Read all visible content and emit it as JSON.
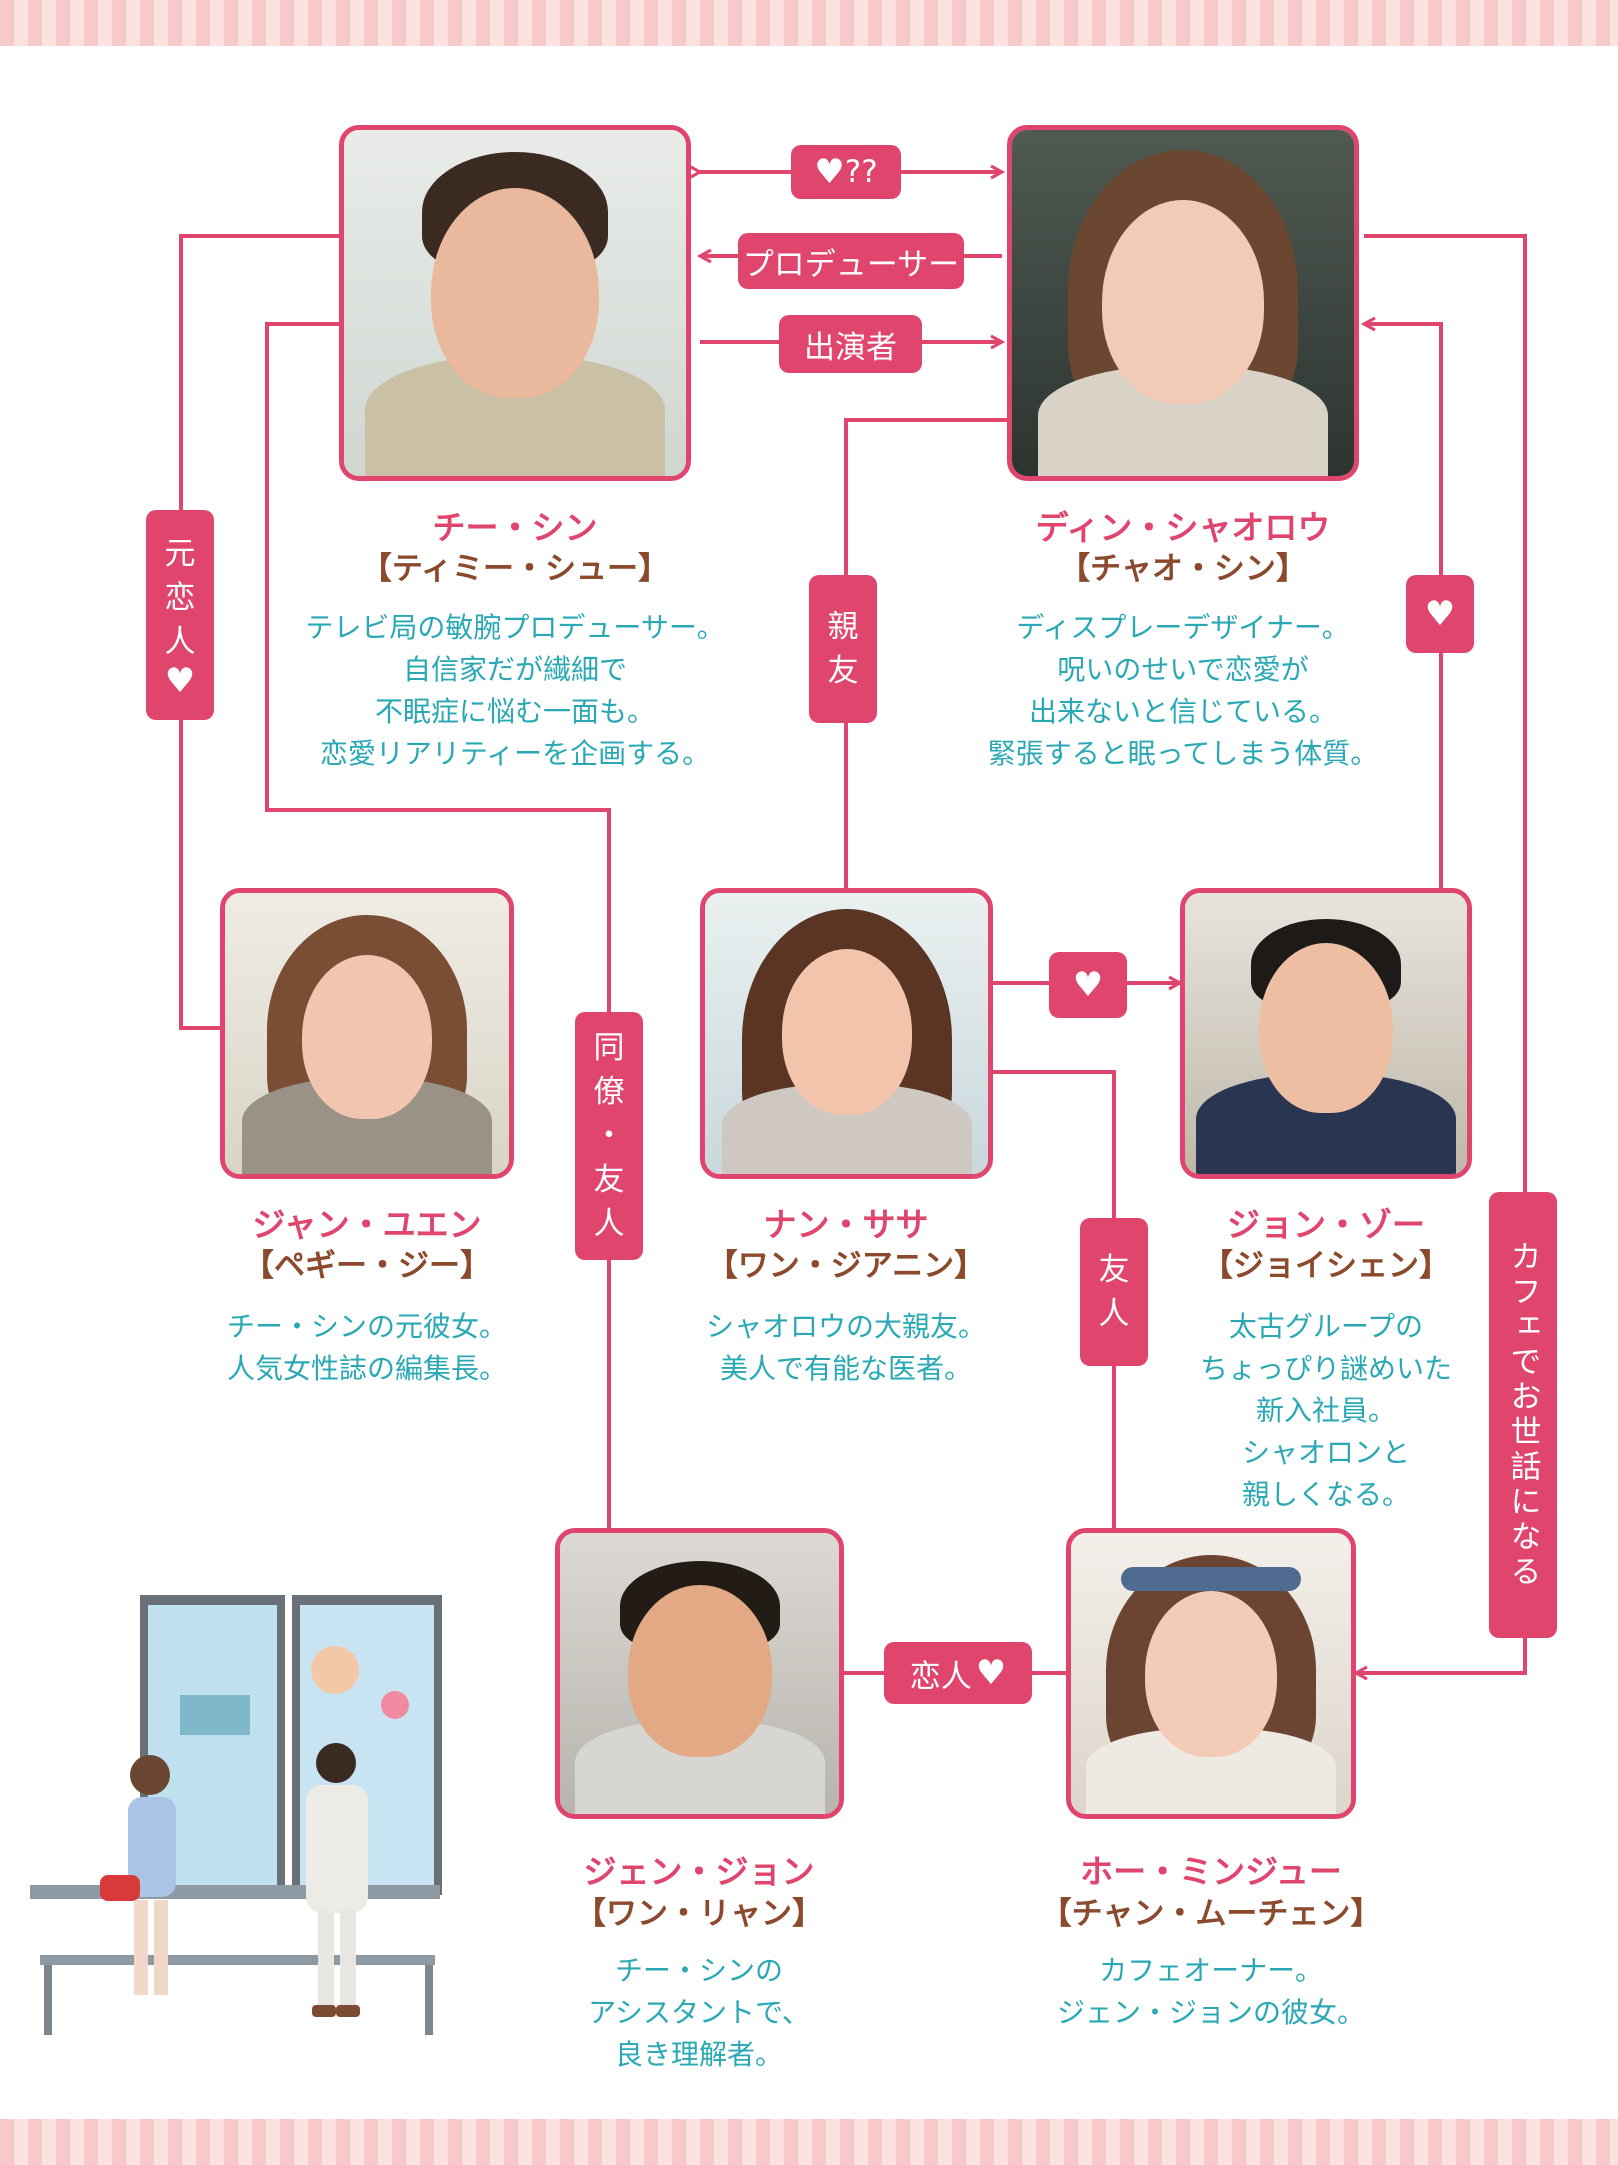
{
  "characters": {
    "chi": {
      "name": "チー・シン",
      "actor": "【ティミー・シュー】",
      "desc": [
        "テレビ局の敏腕プロデューサー。",
        "自信家だが繊細で",
        "不眠症に悩む一面も。",
        "恋愛リアリティーを企画する。"
      ]
    },
    "ding": {
      "name": "ディン・シャオロウ",
      "actor": "【チャオ・シン】",
      "desc": [
        "ディスプレーデザイナー。",
        "呪いのせいで恋愛が",
        "出来ないと信じている。",
        "緊張すると眠ってしまう体質。"
      ]
    },
    "jiang": {
      "name": "ジャン・ユエン",
      "actor": "【ペギー・ジー】",
      "desc": [
        "チー・シンの元彼女。",
        "人気女性誌の編集長。"
      ]
    },
    "nan": {
      "name": "ナン・ササ",
      "actor": "【ワン・ジアニン】",
      "desc": [
        "シャオロウの大親友。",
        "美人で有能な医者。"
      ]
    },
    "zhong": {
      "name": "ジョン・ゾー",
      "actor": "【ジョイシェン】",
      "desc": [
        "太古グループの",
        "ちょっぴり謎めいた",
        "新入社員。",
        "シャオロンと",
        "親しくなる。"
      ]
    },
    "zhen": {
      "name": "ジェン・ジョン",
      "actor": "【ワン・リャン】",
      "desc": [
        "チー・シンの",
        "アシスタントで、",
        "良き理解者。"
      ]
    },
    "he": {
      "name": "ホー・ミンジュー",
      "actor": "【チャン・ムーチェン】",
      "desc": [
        "カフェオーナー。",
        "ジェン・ジョンの彼女。"
      ]
    }
  },
  "relations": {
    "heart_q": "??",
    "producer": "プロデューサー",
    "performer": "出演者",
    "ex": [
      "元",
      "恋",
      "人"
    ],
    "best_friend": [
      "親",
      "友"
    ],
    "colleague": [
      "同",
      "僚",
      "・",
      "友",
      "人"
    ],
    "friend": [
      "友",
      "人"
    ],
    "cafe": "カフェでお世話になる",
    "lovers": "恋人"
  },
  "icons": {
    "heart": "heart-icon"
  },
  "colors": {
    "accent": "#e0456e",
    "name": "#e0456e",
    "actor": "#8b4a2c",
    "desc": "#2aa9b5",
    "stripe_a": "#f7c9c8",
    "stripe_b": "#fbe2e0"
  }
}
